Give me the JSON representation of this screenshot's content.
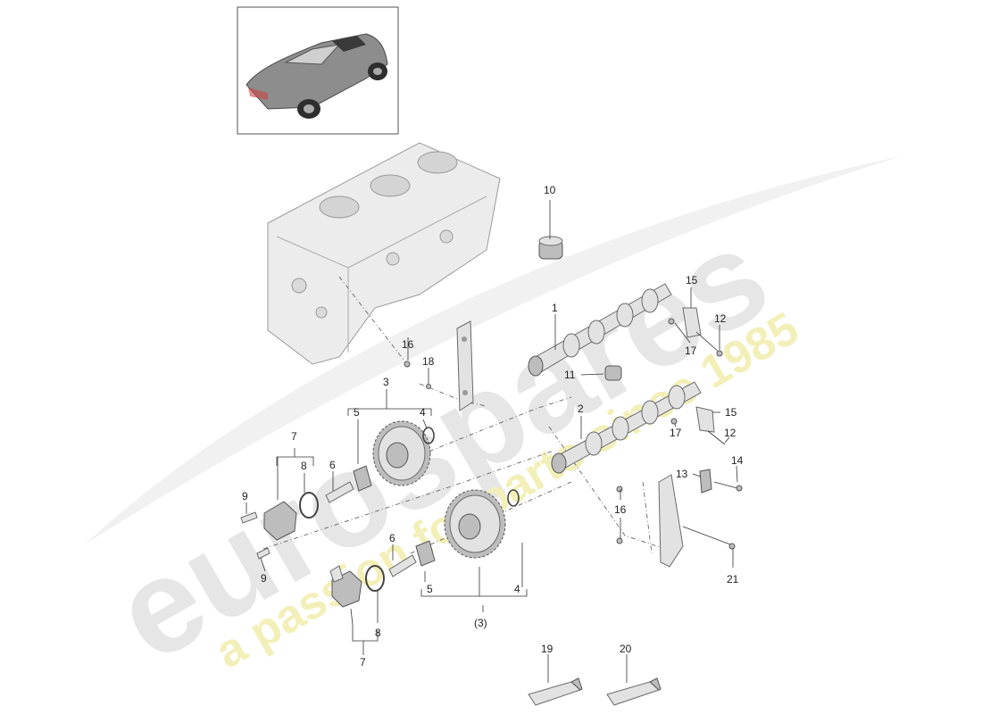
{
  "watermark": {
    "brand": "eurospares",
    "tagline": "a passion for parts since 1985",
    "brand_color": "#e6e6e6",
    "tagline_color": "#f2f0b8"
  },
  "thumbnail": {
    "icon": "sports-car-icon"
  },
  "callouts": {
    "c1": "1",
    "c2": "2",
    "c3": "3",
    "c3b": "(3)",
    "c4a": "4",
    "c4b": "4",
    "c5a": "5",
    "c5b": "5",
    "c6a": "6",
    "c6b": "6",
    "c7a": "7",
    "c7b": "7",
    "c8a": "8",
    "c8b": "8",
    "c9a": "9",
    "c9b": "9",
    "c10": "10",
    "c11": "11",
    "c12a": "12",
    "c12b": "12",
    "c13": "13",
    "c14": "14",
    "c15a": "15",
    "c15b": "15",
    "c16a": "16",
    "c16b": "16",
    "c17a": "17",
    "c17b": "17",
    "c18": "18",
    "c19": "19",
    "c20": "20",
    "c21": "21"
  }
}
